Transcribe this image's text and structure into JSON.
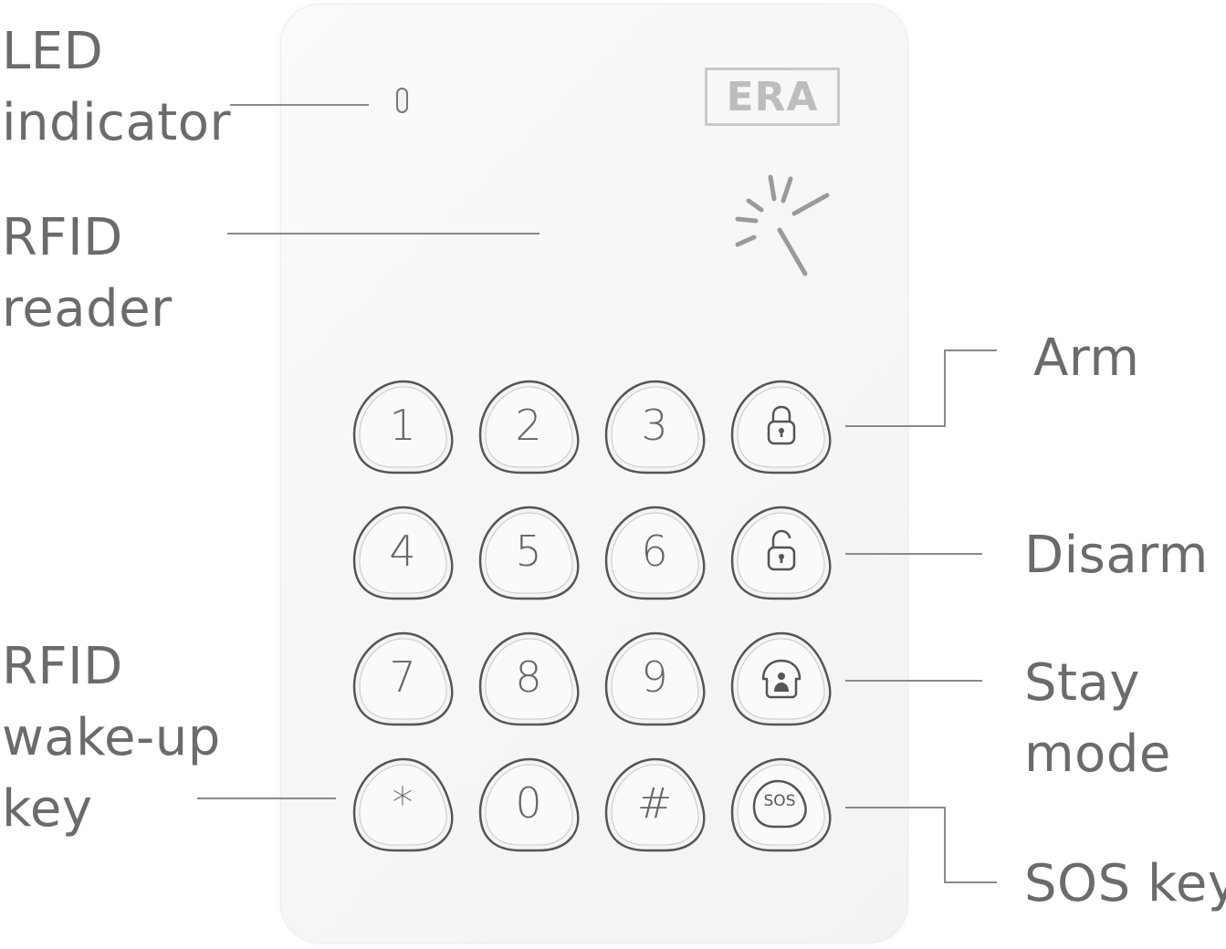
{
  "brand": "ERA",
  "callouts": {
    "led": [
      "LED",
      "indicator"
    ],
    "rfid_reader": [
      "RFID",
      "reader"
    ],
    "rfid_wake": [
      "RFID",
      "wake-up",
      "key"
    ],
    "arm": "Arm",
    "disarm": "Disarm",
    "stay": [
      "Stay",
      "mode"
    ],
    "sos": "SOS key"
  },
  "keys": {
    "k1": "1",
    "k2": "2",
    "k3": "3",
    "k4": "4",
    "k5": "5",
    "k6": "6",
    "k7": "7",
    "k8": "8",
    "k9": "9",
    "kstar": "*",
    "k0": "0",
    "khash": "#",
    "sos_icon_text": "SOS"
  },
  "icons": {
    "arm": "lock-closed-icon",
    "disarm": "lock-open-icon",
    "stay": "house-person-icon",
    "rfid": "tap-card-icon"
  },
  "colors": {
    "text": "#6b6b6b",
    "device": "#f7f7f7",
    "key_outline": "#5a5a5a",
    "logo": "#c0c0c0"
  }
}
